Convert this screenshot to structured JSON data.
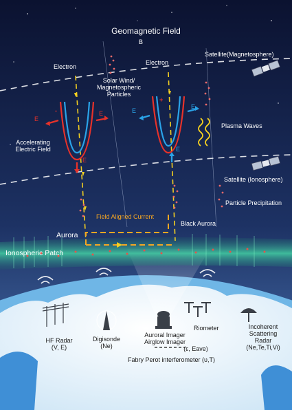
{
  "title": "Geomagnetic Field",
  "field_symbol": "B",
  "labels": {
    "electron_left": "Electron",
    "electron_right": "Electron",
    "solar_wind": "Solar Wind/\nMagnetospheric\nParticles",
    "satellite_magnetosphere": "Satellite(Magnetosphere)",
    "satellite_ionosphere": "Satellite (Ionosphere)",
    "plasma_waves": "Plasma Waves",
    "accelerating_field": "Accelerating\nElectric Field",
    "particle_precipitation": "Particle Precipitation",
    "field_aligned_current": "Field Aligned Current",
    "aurora": "Aurora",
    "black_aurora": "Black Aurora",
    "ionospheric_patch": "Ionospheric Patch",
    "hf_radar": "HF Radar\n(V, E)",
    "digisonde": "Digisonde\n(Ne)",
    "imager": "Auroral Imager\nAirglow Imager",
    "imager_params": "(ε, Eave)",
    "riometer": "Riometer",
    "isr": "Incoherent\nScattering\nRadar\n(Ne,Te,Ti,Vi)",
    "fpi": "Fabry Perot interferometer (υ,T)",
    "e_symbol": "E",
    "minus": "-",
    "plus": "+"
  },
  "colors": {
    "sky_top": "#0b1230",
    "sky_bottom": "#2a4a86",
    "earth": "#dff0fb",
    "ocean": "#3f8fd6",
    "red_field": "#e8322a",
    "blue_field": "#2aa3e8",
    "electron_path": "#f5d020",
    "current": "#f5a623",
    "aurora": "#3fd29a"
  }
}
